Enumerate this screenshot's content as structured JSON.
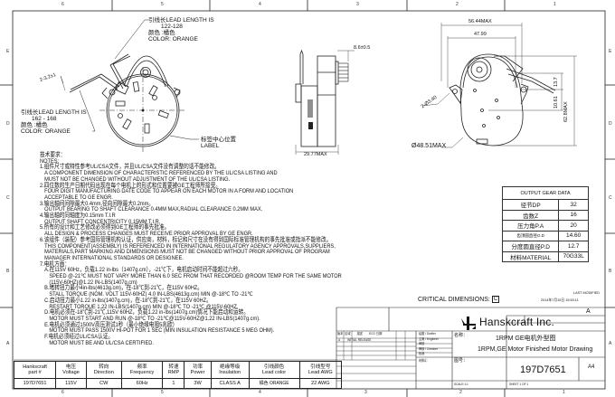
{
  "zones": {
    "top": [
      "6",
      "5",
      "4",
      "3",
      "2",
      "1"
    ],
    "bottom": [
      "6",
      "5",
      "4",
      "3",
      "2",
      "1"
    ],
    "left": [
      "E",
      "D",
      "C",
      "B",
      "A"
    ],
    "right": [
      "E",
      "D",
      "C",
      "B",
      "A"
    ]
  },
  "front_view": {
    "lead_a": [
      "引线长LEAD LENGTH IS",
      "122-128",
      "颜色 :橘色",
      "COLOR: ORANGE"
    ],
    "lead_b": [
      "引线长LEAD LENGTH IS",
      "162 - 168",
      "颜色 :橘色",
      "COLOR: ORANGE"
    ],
    "label_callout": [
      "标签中心位置",
      "LABEL"
    ],
    "strip_dim": "2-3.2±1"
  },
  "side_view": {
    "shaft_dim": "8.6±0.5",
    "width_dim": "29.77MAX"
  },
  "rear_view": {
    "overall_width": "56.44MAX",
    "hole_spacing": "47.99",
    "height": "62.8MAX",
    "lead_offset_1": "13.7",
    "lead_offset_2": "10.61",
    "mount_holes": "2-Ø3.40",
    "diameter": "Ø48.51MAX"
  },
  "notes": {
    "heading_cn": "技术要求：",
    "heading_en": "NOTES:",
    "items": [
      {
        "lines": [
          "1.组件尺寸或特性参考UL/CSA文件，并且UL/CSA文件没有调整的话不能修改。",
          "A COMPONENT DIMENSION OF CHARACTERISTIC REFERENCED BY THE UL/CSA LISTING AND",
          "MUST NOT BE CHANGED WITHOUT ADJUSTMENT OF THE UL/CSA LISTING."
        ]
      },
      {
        "lines": [
          "2.四位数的生产日期代码出现在每个电机上的形式和位置要被GE工程师所接受。",
          "FOUR DIGIT MANUFACTURING DATE CODE TO APPEAR ON EACH MOTOR IN A FORM AND LOCATION",
          "ACCEPTABLE TO GE ENGR."
        ]
      },
      {
        "lines": [
          "3.输出轴间间隙最大0.4mm,径向间隙最大0.2mm。",
          "OUTPUT BEARING TO SHAFT CLEARANCE 0.4MM MAX,RADIAL CLEARANCE 0.2MM MAX."
        ]
      },
      {
        "lines": [
          "4.输出轴的同轴度为0.15mm T.I.R",
          "OUTPUT SHAFT CONCENTRICITY 0.15MM T.I.R."
        ]
      },
      {
        "lines": [
          "5.所有的设计和工艺修改必须得到GE工程师的事先批准。",
          "ALL DESIGN & PROCESS CHANGES MUST RECEIVE PRIOR APPROVAL BY GE ENGR."
        ]
      },
      {
        "lines": [
          "6.该组件（装配）参考国际管理机构认证，供应商，材料，标记和尺寸在没有得到国际标准管理机构的事先批准或指派不能修改。",
          "THIS COMPONENT(ASSEMBLY) IS REFERENCED IN INTERNATIONAL REGULATORY AGENCY APPROVALS,SUPPLIERS,",
          "MATERIALS,PART MARKING AND DIMENSIONS MUST NOT BE CHANGED WITHOUT PRIOR APPROVAL OF PROGRAM",
          "MANAGER INTERNATIONAL STANDARDS OR DESIGNEE."
        ]
      }
    ],
    "item7_heading": "7.电机方面：",
    "item7_sub": [
      {
        "lines": [
          "A.在115V 60Hz，负载1.22 in-lbs（1407g.cm），-21℃下，电机启动时间不能超过六秒。",
          "SPEED @-21℃ MUST NOT VARY MORE THAN 6.0 SEC FROM THAT RECORDED @ROOM TEMP FOR THE SAME MOTOR",
          "(115V-60HZ)@1.22 IN-LBS(1407g.cm)"
        ]
      },
      {
        "lines": [
          "B.堵转扭力最小4in-lbs(4613g.cm)，在-18℃到-21℃，在115V 60HZ。",
          "STALL TORQUE (NOM. VOLT 115V-60HZ) 4.0 IN-LBS(4613g.cm) MIN @-18℃ TO -21℃"
        ]
      },
      {
        "lines": [
          "C.启动扭力最小1.22 in-lbs(1407g.cm)，在-18℃到-21℃，在115V 60HZ。",
          "RESTART TORQUE 1.22 IN-LBS(1407g.cm) MIN @-18℃ TO -21℃ @115V-60HZ."
        ]
      },
      {
        "lines": [
          "D.电机必须在-18℃到-21℃,115V 60HZ，负载1.22 in-lbs(1407g.cm)情况下能启动和运转。",
          "MOTOR MUST START AND RUN @-18℃ TO -21℃@115V-60HZ@1.22 IN-LBS(1407g.cm)."
        ]
      },
      {
        "lines": [
          "E.电机必须通过1500V高压测试1秒（最小绝缘电阻5兆欧）",
          "MOTOR MUST PASS 1500V HI-POT FOR 1 SEC (MIN INSULATION RESISTANCE 5 MEG OHM)."
        ]
      },
      {
        "lines": [
          "F.电机必须经过UL/CSA认证。",
          "MOTOR MUST BE AND UL/CSA CERTIFIED."
        ]
      }
    ]
  },
  "gear_table": {
    "title": "OUTPUT GEAR DATA",
    "rows": [
      {
        "label": "径节DP",
        "value": "32"
      },
      {
        "label": "齿数Z",
        "value": "16"
      },
      {
        "label": "压力角P.A",
        "value": "20"
      },
      {
        "label": "齿顶圆直径O.D",
        "value": "14.60"
      },
      {
        "label": "分度圆直径P.D",
        "value": "12.7"
      },
      {
        "label": "材料MATERIAL",
        "value": "70G33L"
      }
    ]
  },
  "spec_table": {
    "headers": [
      [
        "Hankscraft",
        "part #"
      ],
      [
        "电压",
        "Voltage"
      ],
      [
        "转向",
        "Direction"
      ],
      [
        "频率",
        "Frequency"
      ],
      [
        "转速",
        "RMP"
      ],
      [
        "功率",
        "Power"
      ],
      [
        "绝缘等级",
        "Insulation"
      ],
      [
        "引线颜色",
        "Lead color"
      ],
      [
        "引线型号",
        "Lead AWG"
      ]
    ],
    "values": [
      "197D7651",
      "115V",
      "CW",
      "60Hz",
      "1",
      "3W",
      "CLASS A",
      "橘色 ORANGE",
      "22 AWG"
    ]
  },
  "title_block": {
    "critical_dimensions": "CRITICAL DIMENSIONS:",
    "critical_symbol": "C",
    "last_modified_label": "LAST MODIFIED",
    "last_modified": "2014年7月15日 15:53:11",
    "company": "Hanskcraft Inc.",
    "title_label": "名称：",
    "title_cn": "1RPM GE电机外型图",
    "title_en": "1RPM,GE Motor Finished Motor Drawing",
    "drawing_no_label": "图号：",
    "drawing_no": "197D7651",
    "size": "A4",
    "rev": "A",
    "scale": "SCALE:1:1",
    "sheet": "SHEET 1 OF 1",
    "material_label": "材料：",
    "rev_table_headers": [
      "版本",
      "区域",
      "描述",
      "ECO",
      "日期"
    ],
    "rev_row": [
      "A",
      "",
      "INITIAL RELEASE",
      "",
      ""
    ],
    "sign_rows": [
      "绘图 / Drafter",
      "主管 / Engineer",
      "审核",
      "审核 / Checker",
      "批准"
    ]
  }
}
